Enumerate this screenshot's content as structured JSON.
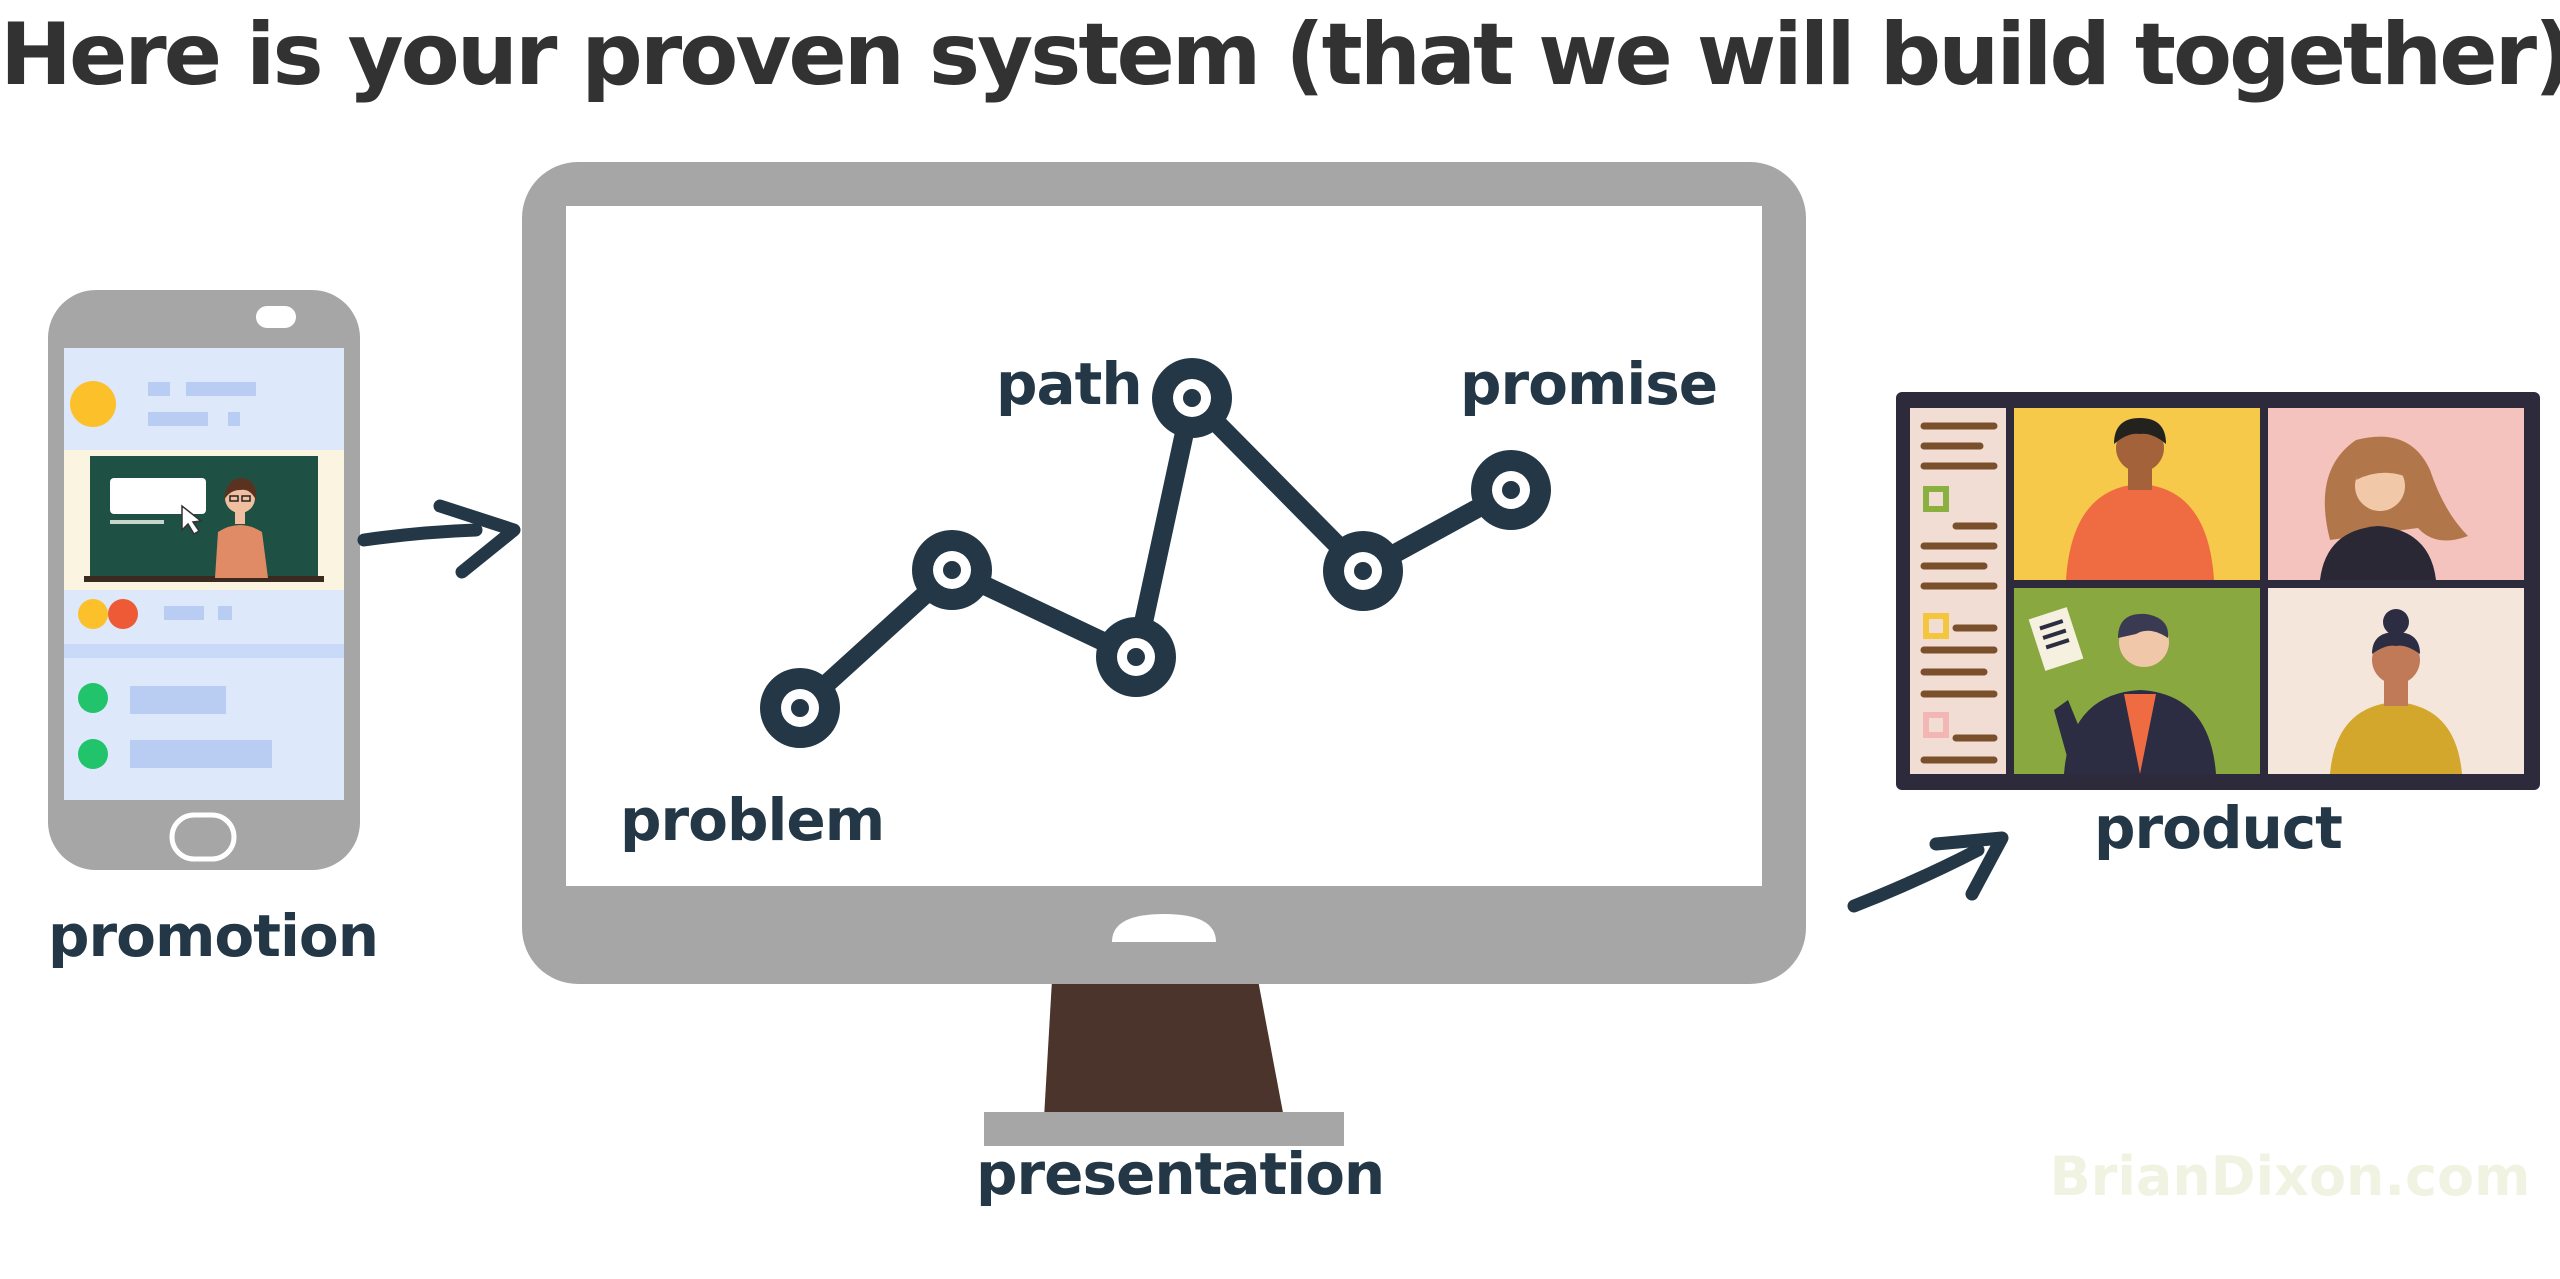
{
  "title": "Here is your proven system (that we will build together)",
  "labels": {
    "promotion": "promotion",
    "presentation": "presentation",
    "product": "product",
    "problem": "problem",
    "path": "path",
    "promise": "promise"
  },
  "watermark": "BrianDixon.com",
  "icons": {
    "phone": "smartphone-icon",
    "monitor": "desktop-monitor-icon",
    "video_call": "video-call-screen-icon",
    "teacher": "teacher-at-blackboard-icon"
  },
  "colors": {
    "title_text": "#323232",
    "label_text": "#233746",
    "device_gray": "#a6a6a6",
    "monitor_stand": "#4a342c",
    "line_nodes": "#233746"
  }
}
